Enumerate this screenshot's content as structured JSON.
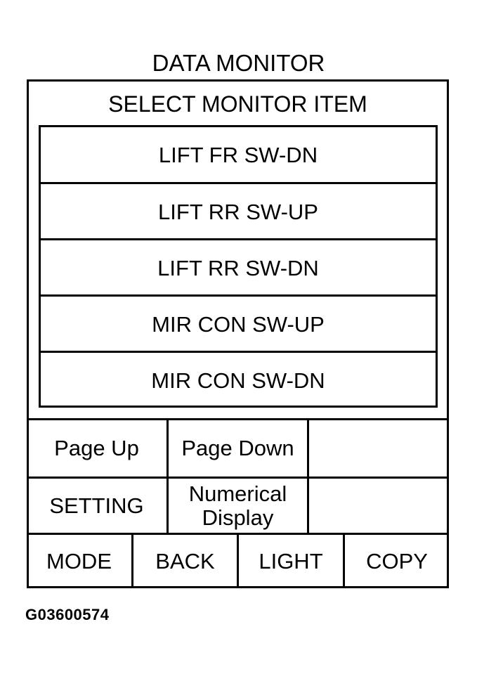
{
  "screen": {
    "title": "DATA MONITOR",
    "instruction": "SELECT MONITOR ITEM"
  },
  "monitor_items": [
    {
      "label": "LIFT FR SW-DN"
    },
    {
      "label": "LIFT RR SW-UP"
    },
    {
      "label": "LIFT RR SW-DN"
    },
    {
      "label": "MIR CON SW-UP"
    },
    {
      "label": "MIR CON SW-DN"
    }
  ],
  "buttons": {
    "page_up": "Page Up",
    "page_down": "Page Down",
    "setting": "SETTING",
    "numerical_display_line1": "Numerical",
    "numerical_display_line2": "Display",
    "mode": "MODE",
    "back": "BACK",
    "light": "LIGHT",
    "copy": "COPY"
  },
  "figure_code": "G03600574"
}
